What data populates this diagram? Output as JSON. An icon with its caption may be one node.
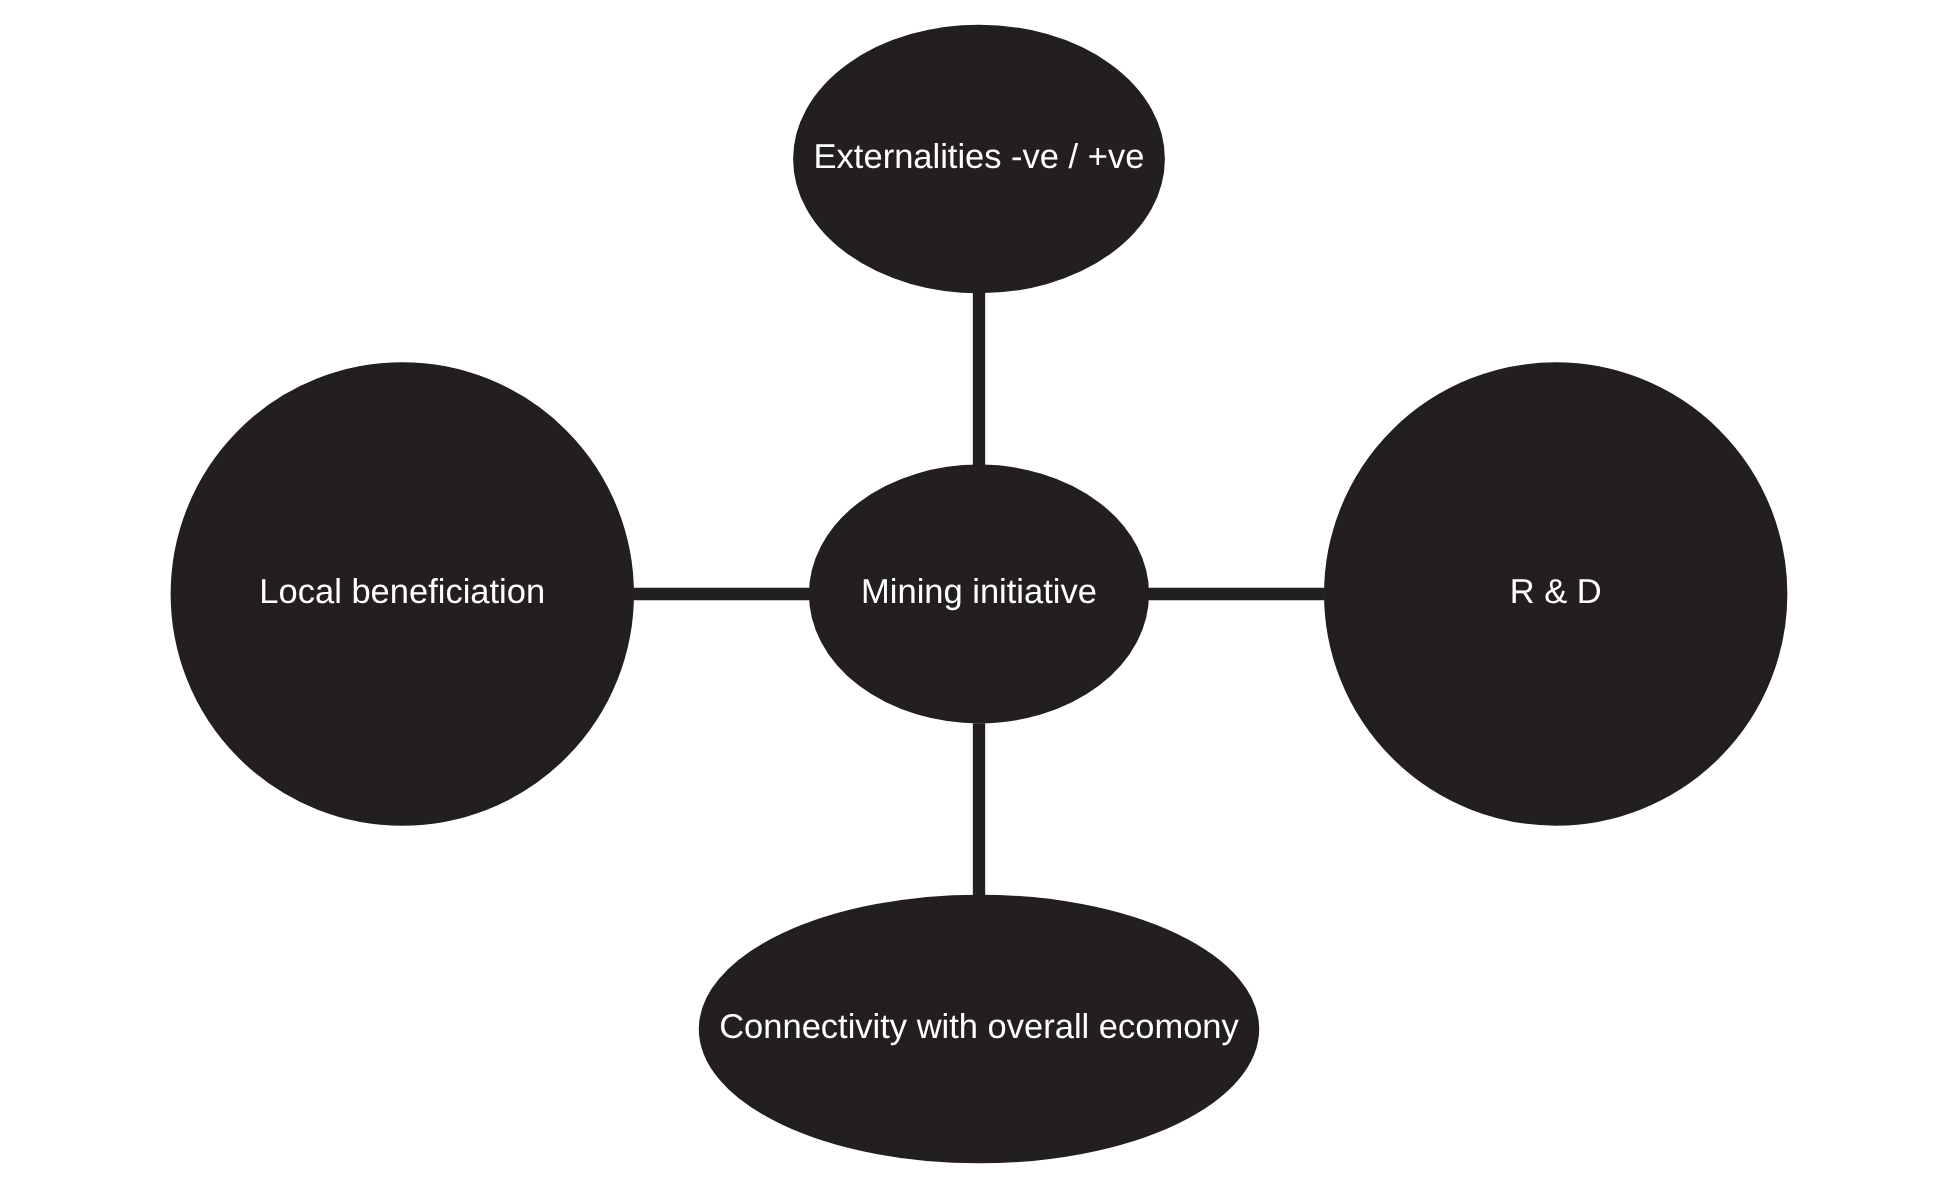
{
  "diagram": {
    "nodes": [
      {
        "text": [
          "Externalities -ve / +ve"
        ]
      },
      {
        "text": [
          "Local beneficiation"
        ]
      },
      {
        "text": [
          "Mining initiative"
        ]
      },
      {
        "text": [
          "R & D"
        ]
      },
      {
        "text": [
          "Connectivity with overall ecomony"
        ]
      }
    ],
    "edges": [
      {
        "from": 0,
        "to": 2,
        "arrow": "none"
      },
      {
        "from": 1,
        "to": 2,
        "arrow": "none"
      },
      {
        "from": 2,
        "to": 3,
        "arrow": "none"
      },
      {
        "from": 2,
        "to": 4,
        "arrow": "none"
      }
    ]
  }
}
